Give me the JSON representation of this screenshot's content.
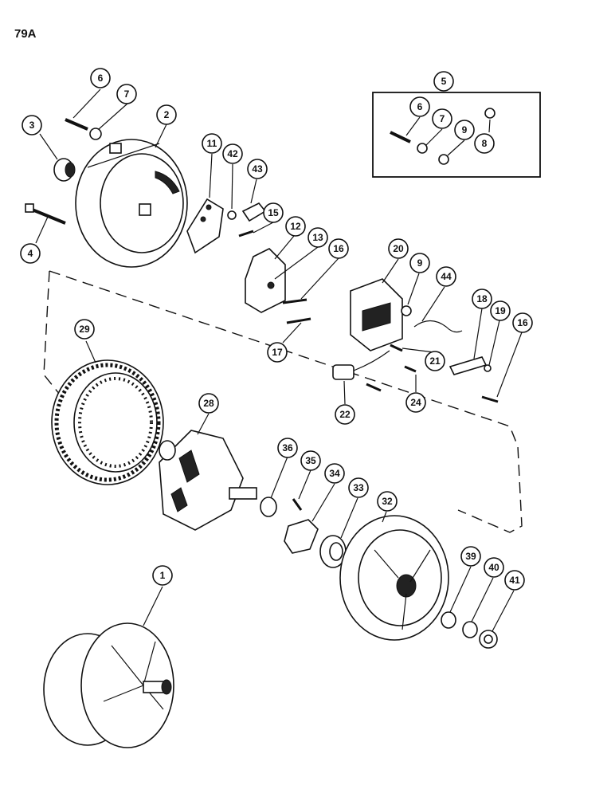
{
  "page": {
    "label": "79A"
  },
  "callouts": [
    {
      "n": "1"
    },
    {
      "n": "2"
    },
    {
      "n": "3"
    },
    {
      "n": "4"
    },
    {
      "n": "5"
    },
    {
      "n": "6"
    },
    {
      "n": "7"
    },
    {
      "n": "6"
    },
    {
      "n": "7"
    },
    {
      "n": "8"
    },
    {
      "n": "9"
    },
    {
      "n": "11"
    },
    {
      "n": "42"
    },
    {
      "n": "43"
    },
    {
      "n": "15"
    },
    {
      "n": "12"
    },
    {
      "n": "13"
    },
    {
      "n": "16"
    },
    {
      "n": "17"
    },
    {
      "n": "20"
    },
    {
      "n": "9"
    },
    {
      "n": "44"
    },
    {
      "n": "18"
    },
    {
      "n": "19"
    },
    {
      "n": "16"
    },
    {
      "n": "21"
    },
    {
      "n": "24"
    },
    {
      "n": "22"
    },
    {
      "n": "29"
    },
    {
      "n": "28"
    },
    {
      "n": "36"
    },
    {
      "n": "35"
    },
    {
      "n": "34"
    },
    {
      "n": "33"
    },
    {
      "n": "32"
    },
    {
      "n": "39"
    },
    {
      "n": "40"
    },
    {
      "n": "41"
    }
  ]
}
